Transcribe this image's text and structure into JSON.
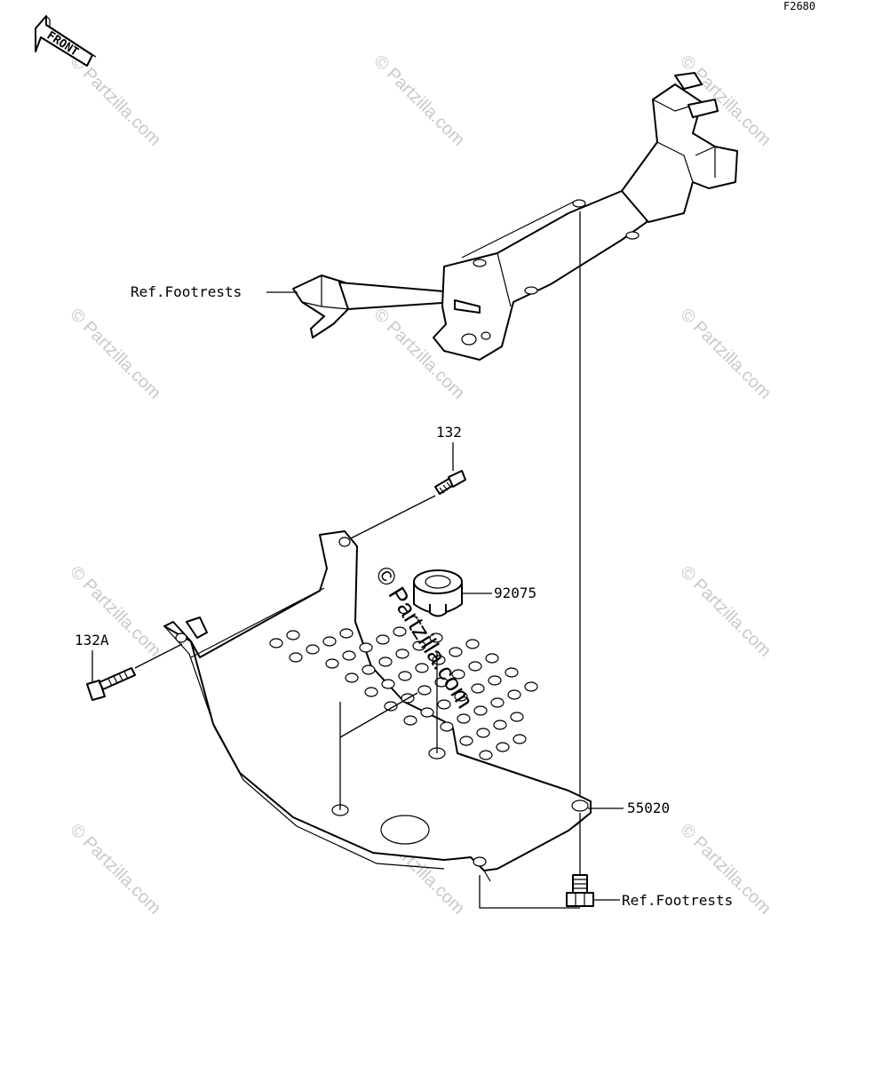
{
  "diagram_code": "F2680",
  "front_indicator": "FRONT",
  "callouts": {
    "ref_footrests_top": "Ref.Footrests",
    "part_132": "132",
    "part_132a": "132A",
    "part_92075": "92075",
    "part_55020": "55020",
    "ref_footrests_bottom": "Ref.Footrests"
  },
  "watermark": {
    "small": "© Partzilla.com",
    "center": "© Partzilla.com"
  },
  "colors": {
    "line": "#000000",
    "watermark": "#c9c9c9",
    "background": "#ffffff"
  }
}
